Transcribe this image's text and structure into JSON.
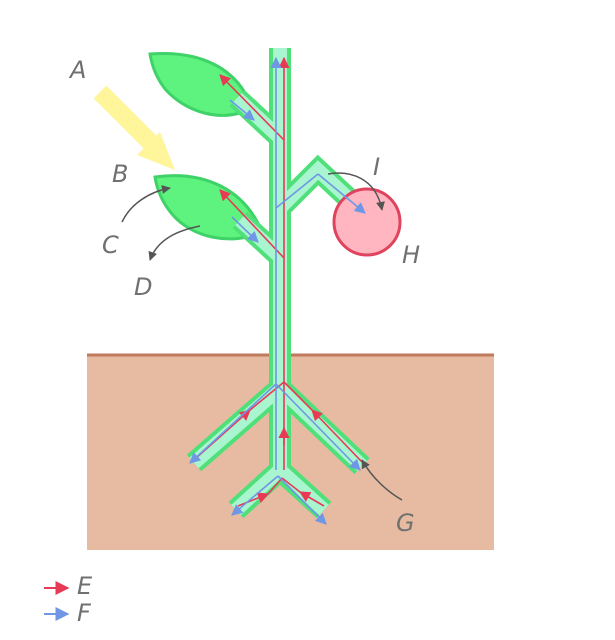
{
  "labels": {
    "A": "A",
    "B": "B",
    "C": "C",
    "D": "D",
    "E": "E",
    "F": "F",
    "G": "G",
    "H": "H",
    "I": "I"
  },
  "colors": {
    "soil": "#e6bba2",
    "soil_line": "#c07a5e",
    "stem_outer": "#4fe07a",
    "stem_inner": "#a8f5cf",
    "leaf": "#5ef27e",
    "leaf_edge": "#3fd268",
    "fruit": "#ffb6c1",
    "fruit_edge": "#e0435e",
    "sunlight": "#fff59a",
    "arrow_E": "#e83a55",
    "arrow_F": "#6f97e6",
    "label_text": "#707070",
    "pointer": "#555555"
  }
}
